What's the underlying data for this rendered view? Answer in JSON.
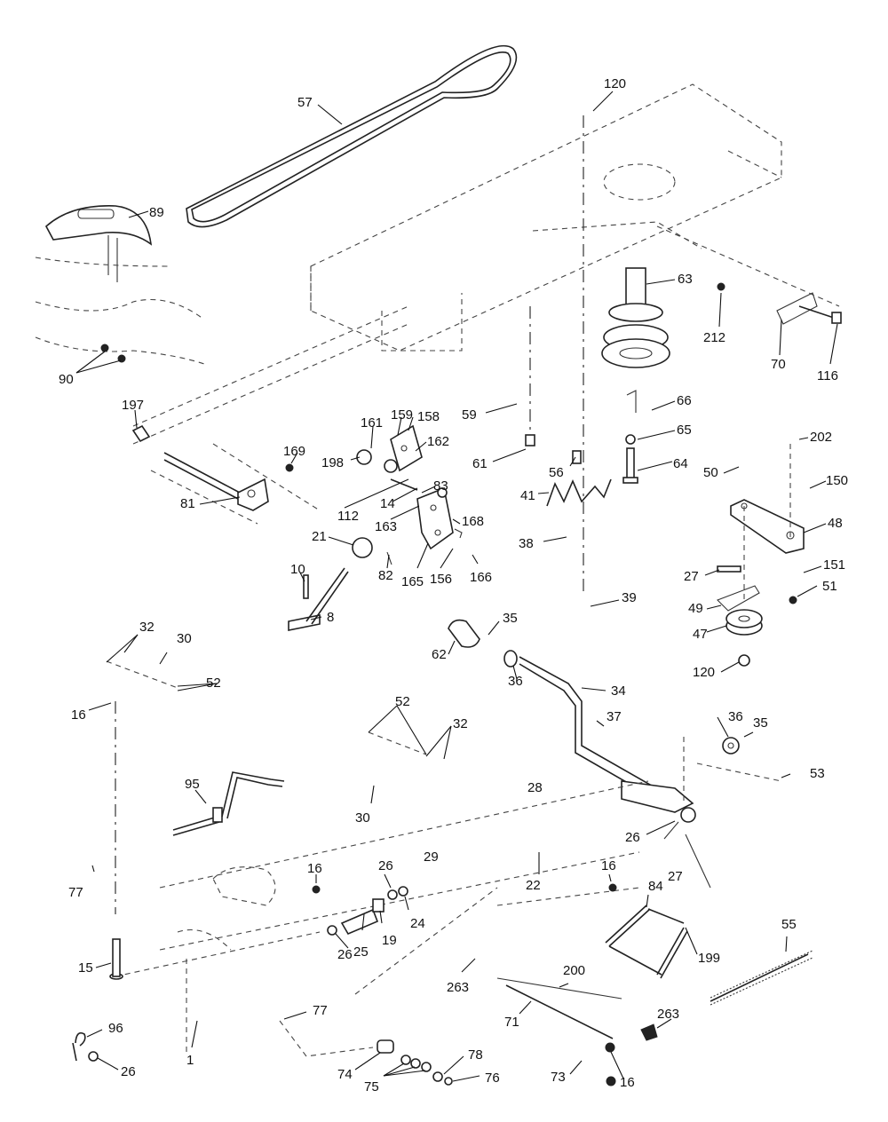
{
  "callouts": [
    {
      "id": "c57",
      "text": "57"
    },
    {
      "id": "c120top",
      "text": "120"
    },
    {
      "id": "c89",
      "text": "89"
    },
    {
      "id": "c63",
      "text": "63"
    },
    {
      "id": "c212",
      "text": "212"
    },
    {
      "id": "c70",
      "text": "70"
    },
    {
      "id": "c116",
      "text": "116"
    },
    {
      "id": "c90",
      "text": "90"
    },
    {
      "id": "c197",
      "text": "197"
    },
    {
      "id": "c59",
      "text": "59"
    },
    {
      "id": "c66",
      "text": "66"
    },
    {
      "id": "c65",
      "text": "65"
    },
    {
      "id": "c64",
      "text": "64"
    },
    {
      "id": "c61",
      "text": "61"
    },
    {
      "id": "c56",
      "text": "56"
    },
    {
      "id": "c41",
      "text": "41"
    },
    {
      "id": "c202",
      "text": "202"
    },
    {
      "id": "c50",
      "text": "50"
    },
    {
      "id": "c150",
      "text": "150"
    },
    {
      "id": "c48",
      "text": "48"
    },
    {
      "id": "c161",
      "text": "161"
    },
    {
      "id": "c159",
      "text": "159"
    },
    {
      "id": "c158",
      "text": "158"
    },
    {
      "id": "c169",
      "text": "169"
    },
    {
      "id": "c198",
      "text": "198"
    },
    {
      "id": "c162",
      "text": "162"
    },
    {
      "id": "c83",
      "text": "83"
    },
    {
      "id": "c112",
      "text": "112"
    },
    {
      "id": "c14",
      "text": "14"
    },
    {
      "id": "c163",
      "text": "163"
    },
    {
      "id": "c168",
      "text": "168"
    },
    {
      "id": "c81",
      "text": "81"
    },
    {
      "id": "c21",
      "text": "21"
    },
    {
      "id": "c38",
      "text": "38"
    },
    {
      "id": "c10",
      "text": "10"
    },
    {
      "id": "c82",
      "text": "82"
    },
    {
      "id": "c165",
      "text": "165"
    },
    {
      "id": "c156",
      "text": "156"
    },
    {
      "id": "c166",
      "text": "166"
    },
    {
      "id": "c8",
      "text": "8"
    },
    {
      "id": "c27a",
      "text": "27"
    },
    {
      "id": "c151",
      "text": "151"
    },
    {
      "id": "c51",
      "text": "51"
    },
    {
      "id": "c39",
      "text": "39"
    },
    {
      "id": "c49",
      "text": "49"
    },
    {
      "id": "c47",
      "text": "47"
    },
    {
      "id": "c120mid",
      "text": "120"
    },
    {
      "id": "c35a",
      "text": "35"
    },
    {
      "id": "c62",
      "text": "62"
    },
    {
      "id": "c36a",
      "text": "36"
    },
    {
      "id": "c34",
      "text": "34"
    },
    {
      "id": "c32a",
      "text": "32"
    },
    {
      "id": "c30a",
      "text": "30"
    },
    {
      "id": "c52a",
      "text": "52"
    },
    {
      "id": "c16a",
      "text": "16"
    },
    {
      "id": "c52b",
      "text": "52"
    },
    {
      "id": "c32b",
      "text": "32"
    },
    {
      "id": "c37",
      "text": "37"
    },
    {
      "id": "c36b",
      "text": "36"
    },
    {
      "id": "c35b",
      "text": "35"
    },
    {
      "id": "c53",
      "text": "53"
    },
    {
      "id": "c95",
      "text": "95"
    },
    {
      "id": "c28",
      "text": "28"
    },
    {
      "id": "c30b",
      "text": "30"
    },
    {
      "id": "c26a",
      "text": "26"
    },
    {
      "id": "c27b",
      "text": "27"
    },
    {
      "id": "c29",
      "text": "29"
    },
    {
      "id": "c77a",
      "text": "77"
    },
    {
      "id": "c16b",
      "text": "16"
    },
    {
      "id": "c26b",
      "text": "26"
    },
    {
      "id": "c22",
      "text": "22"
    },
    {
      "id": "c16c",
      "text": "16"
    },
    {
      "id": "c84",
      "text": "84"
    },
    {
      "id": "c24",
      "text": "24"
    },
    {
      "id": "c19",
      "text": "19"
    },
    {
      "id": "c25",
      "text": "25"
    },
    {
      "id": "c26c",
      "text": "26"
    },
    {
      "id": "c55",
      "text": "55"
    },
    {
      "id": "c199",
      "text": "199"
    },
    {
      "id": "c15",
      "text": "15"
    },
    {
      "id": "c263a",
      "text": "263"
    },
    {
      "id": "c200",
      "text": "200"
    },
    {
      "id": "c263b",
      "text": "263"
    },
    {
      "id": "c71",
      "text": "71"
    },
    {
      "id": "c77b",
      "text": "77"
    },
    {
      "id": "c96",
      "text": "96"
    },
    {
      "id": "c1",
      "text": "1"
    },
    {
      "id": "c78",
      "text": "78"
    },
    {
      "id": "c26d",
      "text": "26"
    },
    {
      "id": "c74",
      "text": "74"
    },
    {
      "id": "c76",
      "text": "76"
    },
    {
      "id": "c75",
      "text": "75"
    },
    {
      "id": "c73",
      "text": "73"
    },
    {
      "id": "c16d",
      "text": "16"
    }
  ]
}
